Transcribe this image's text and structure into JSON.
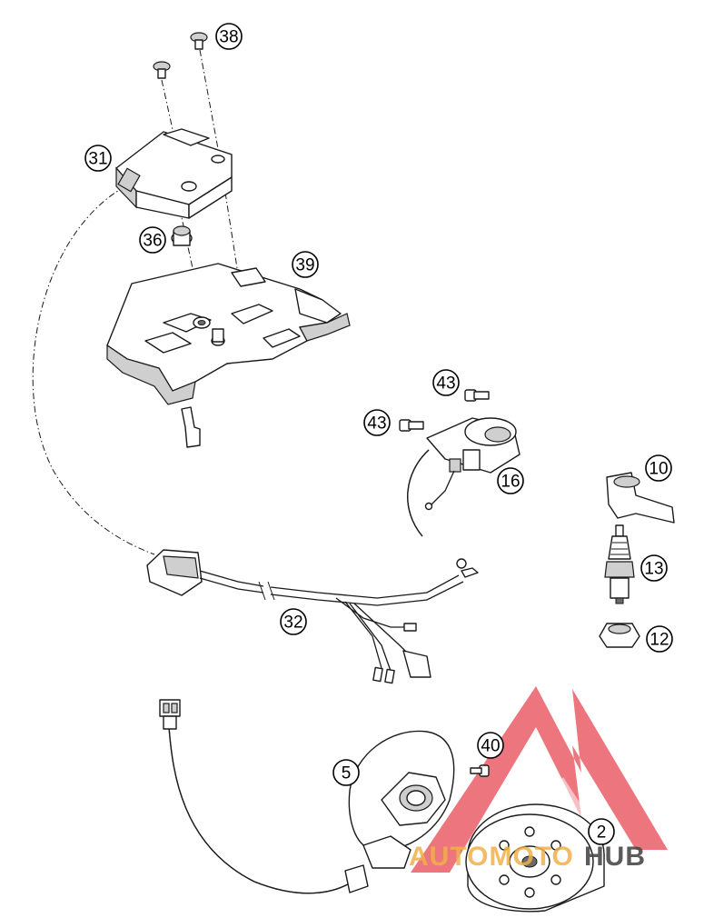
{
  "callouts": [
    "38",
    "31",
    "36",
    "39",
    "43",
    "43",
    "16",
    "10",
    "13",
    "12",
    "32",
    "40",
    "5",
    "2"
  ],
  "watermark": {
    "word_left": "AUTOMOTO",
    "word_right": "HUB",
    "color_left": "#f0b04a",
    "color_right": "#4a4a4a",
    "logo_color": "#e8505a"
  },
  "colors": {
    "line": "#1a1a1a",
    "shade": "#cfcfcf"
  }
}
